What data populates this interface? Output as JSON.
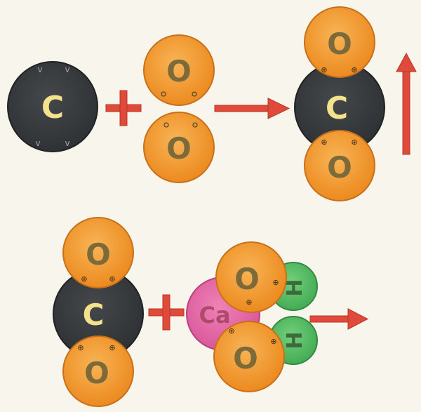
{
  "atoms": {
    "carbon": "C",
    "oxygen": "O",
    "calcium": "Ca",
    "hydrogen": "H"
  },
  "operators": {
    "plus": "+"
  },
  "colors": {
    "carbon_fill": "#3c3f42",
    "carbon_label": "#f4e38c",
    "oxygen_fill": "#f39a2e",
    "oxygen_label": "#7d6a3a",
    "calcium_fill": "#e56aa5",
    "calcium_label": "#b04a6c",
    "hydrogen_fill": "#5bc26a",
    "hydrogen_label": "#3d6a3a",
    "arrow": "#e04a3a",
    "background": "#f7f5ec"
  },
  "icons": {
    "plus": "plus-icon",
    "arrow": "arrow-icon"
  }
}
